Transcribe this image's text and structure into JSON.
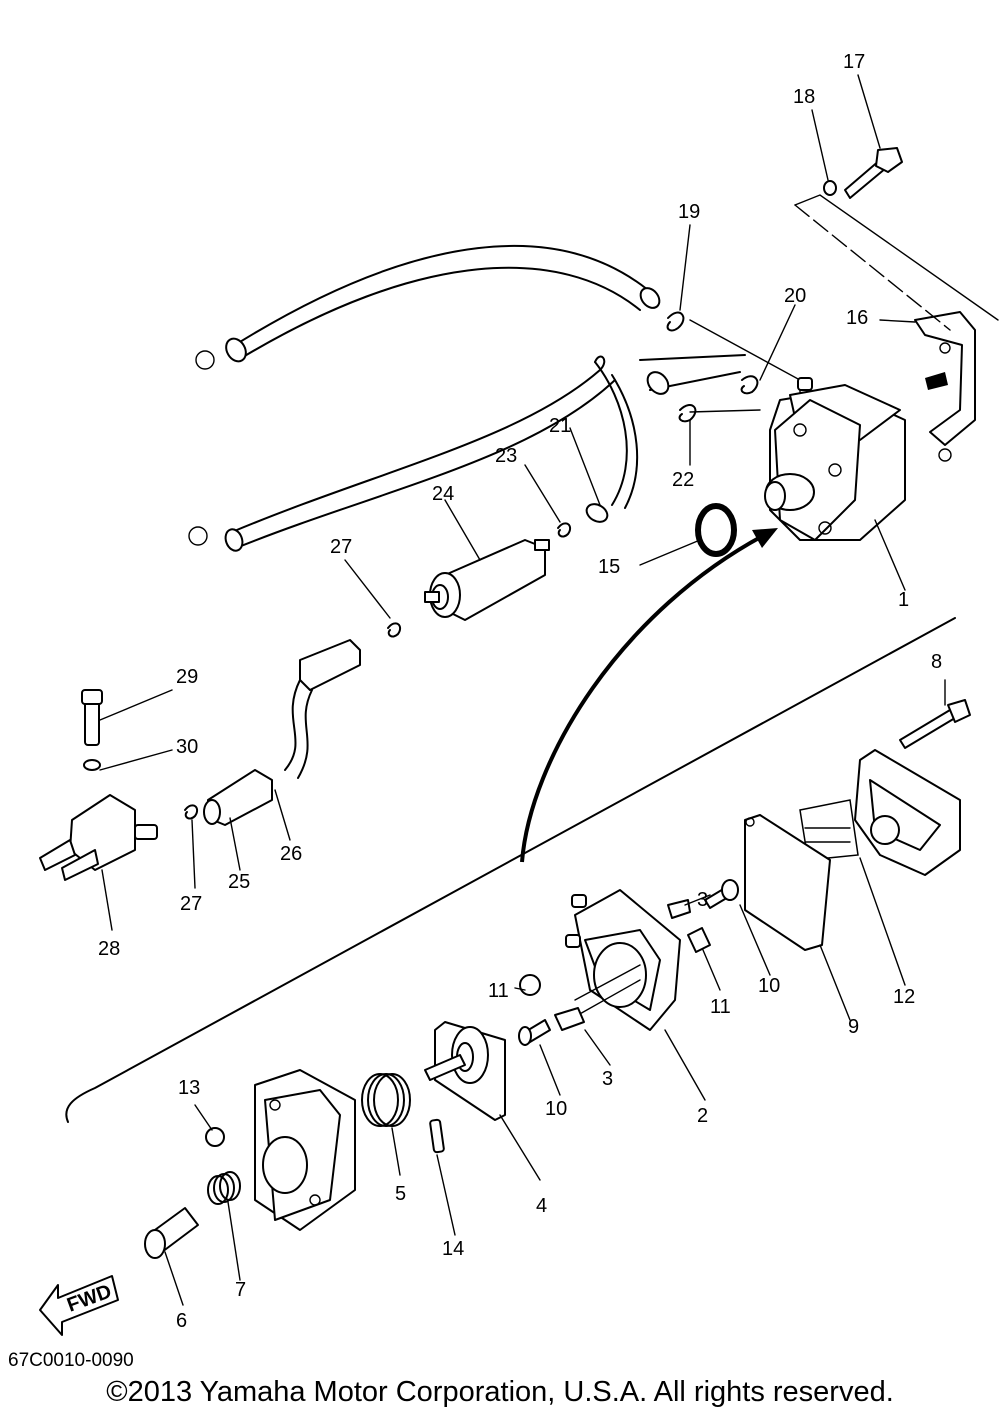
{
  "diagram": {
    "code": "67C0010-0090",
    "copyright": "©2013 Yamaha Motor Corporation, U.S.A. All rights reserved.",
    "fwd_label": "FWD",
    "callouts": [
      {
        "id": "1",
        "text": "1"
      },
      {
        "id": "2",
        "text": "2"
      },
      {
        "id": "3a",
        "text": "3"
      },
      {
        "id": "3b",
        "text": "3"
      },
      {
        "id": "4",
        "text": "4"
      },
      {
        "id": "5",
        "text": "5"
      },
      {
        "id": "6",
        "text": "6"
      },
      {
        "id": "7",
        "text": "7"
      },
      {
        "id": "8",
        "text": "8"
      },
      {
        "id": "9",
        "text": "9"
      },
      {
        "id": "10a",
        "text": "10"
      },
      {
        "id": "10b",
        "text": "10"
      },
      {
        "id": "11a",
        "text": "11"
      },
      {
        "id": "11b",
        "text": "11"
      },
      {
        "id": "12",
        "text": "12"
      },
      {
        "id": "13",
        "text": "13"
      },
      {
        "id": "14",
        "text": "14"
      },
      {
        "id": "15",
        "text": "15"
      },
      {
        "id": "16",
        "text": "16"
      },
      {
        "id": "17",
        "text": "17"
      },
      {
        "id": "18",
        "text": "18"
      },
      {
        "id": "19",
        "text": "19"
      },
      {
        "id": "20",
        "text": "20"
      },
      {
        "id": "21",
        "text": "21"
      },
      {
        "id": "22",
        "text": "22"
      },
      {
        "id": "23",
        "text": "23"
      },
      {
        "id": "24",
        "text": "24"
      },
      {
        "id": "25",
        "text": "25"
      },
      {
        "id": "26",
        "text": "26"
      },
      {
        "id": "27a",
        "text": "27"
      },
      {
        "id": "27b",
        "text": "27"
      },
      {
        "id": "28",
        "text": "28"
      },
      {
        "id": "29",
        "text": "29"
      },
      {
        "id": "30",
        "text": "30"
      }
    ]
  }
}
